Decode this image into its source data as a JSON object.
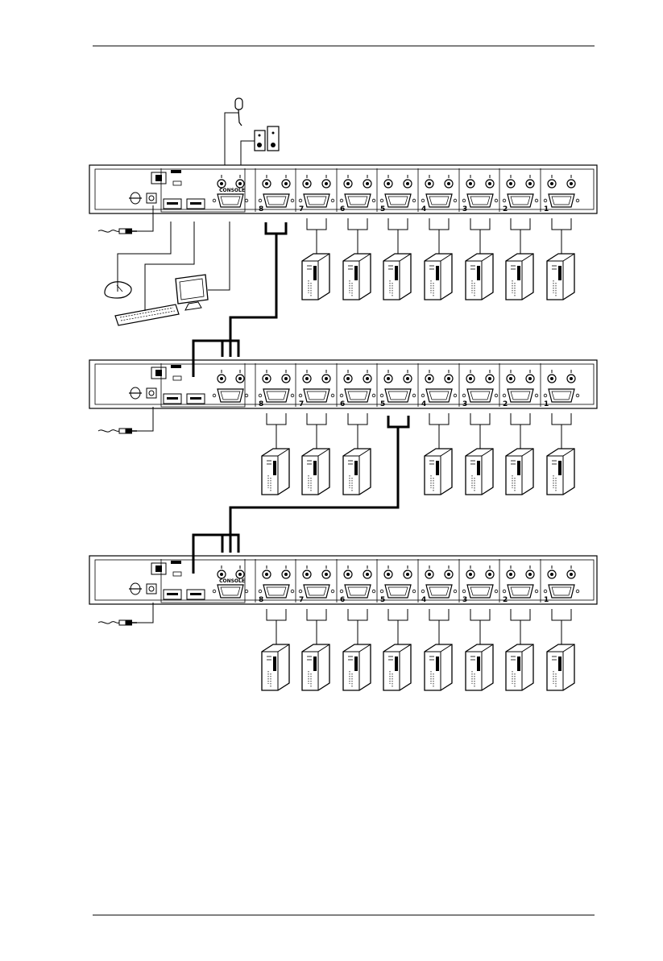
{
  "diagram": {
    "console_label": "CONSOLE",
    "port_numbers": [
      "8",
      "7",
      "6",
      "5",
      "4",
      "3",
      "2",
      "1"
    ],
    "cascade_levels": 3,
    "computers_per_level": [
      7,
      7,
      8
    ],
    "unused_port_per_level": [
      "8",
      "5",
      null
    ],
    "console_devices": [
      "microphone",
      "speakers",
      "mouse",
      "keyboard",
      "monitor",
      "power-adapter"
    ]
  }
}
